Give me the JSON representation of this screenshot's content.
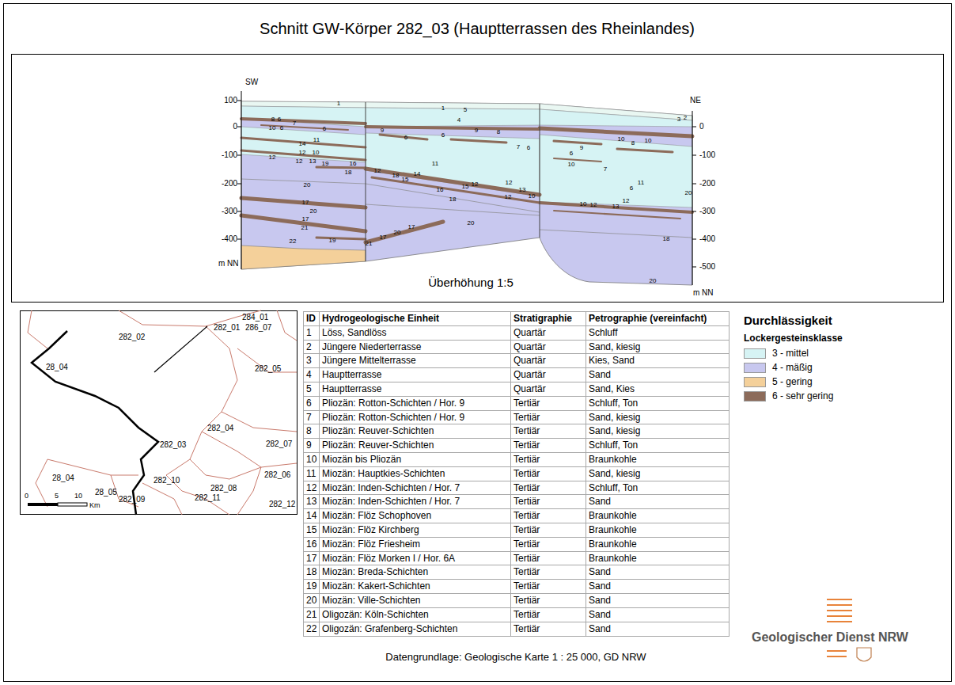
{
  "diagram": {
    "title": "Schnitt GW-Körper 282_03 (Hauptterrassen des Rheinlandes)",
    "caption": "Datengrundlage: Geologische Karte 1 : 25 000, GD NRW",
    "labels": [
      "SW",
      "100",
      "0",
      "-100",
      "-200",
      "-300",
      "-400",
      "m NN",
      "NE",
      "0",
      "-100",
      "-200",
      "-300",
      "-400",
      "-500",
      "m NN",
      "Überhöhung 1:5",
      "1",
      "1",
      "5",
      "4",
      "3",
      "2",
      "8",
      "6",
      "7",
      "10",
      "6",
      "6",
      "9",
      "6",
      "6",
      "9",
      "8",
      "7",
      "6",
      "10",
      "8",
      "9",
      "10",
      "6",
      "10",
      "7",
      "6",
      "20",
      "14",
      "11",
      "12",
      "10",
      "12",
      "12",
      "13",
      "19",
      "16",
      "18",
      "11",
      "12",
      "18",
      "15",
      "14",
      "16",
      "15",
      "12",
      "12",
      "13",
      "18",
      "12",
      "10",
      "11",
      "10",
      "12",
      "13",
      "12",
      "18",
      "20",
      "17",
      "20",
      "17",
      "21",
      "22",
      "19",
      "21",
      "17",
      "20",
      "17",
      "20",
      "20",
      "284_01",
      "282_01",
      "286_07",
      "282_02",
      "28_04",
      "282_05",
      "282_04",
      "282_03",
      "282_07",
      "282_06",
      "28_04",
      "282_10",
      "282_08",
      "282_11",
      "282_12",
      "28_05",
      "282_09",
      "0",
      "5",
      "10",
      "Km",
      "ID",
      "Hydrogeologische Einheit",
      "Stratigraphie",
      "Petrographie (vereinfacht)",
      "1",
      "Löss, Sandlöss",
      "Quartär",
      "Schluff",
      "2",
      "Jüngere Niederterrasse",
      "Quartär",
      "Sand, kiesig",
      "3",
      "Jüngere Mittelterrasse",
      "Quartär",
      "Kies, Sand",
      "4",
      "Hauptterrasse",
      "Quartär",
      "Sand",
      "5",
      "Hauptterrasse",
      "Quartär",
      "Sand, Kies",
      "6",
      "Pliozän: Rotton-Schichten / Hor. 9",
      "Tertiär",
      "Schluff, Ton",
      "7",
      "Pliozän: Rotton-Schichten / Hor. 9",
      "Tertiär",
      "Sand, kiesig",
      "8",
      "Pliozän: Reuver-Schichten",
      "Tertiär",
      "Sand, kiesig",
      "9",
      "Pliozän: Reuver-Schichten",
      "Tertiär",
      "Schluff, Ton",
      "10",
      "Miozän bis Pliozän",
      "Tertiär",
      "Braunkohle",
      "11",
      "Miozän: Hauptkies-Schichten",
      "Tertiär",
      "Sand, kiesig",
      "12",
      "Miozän: Inden-Schichten / Hor. 7",
      "Tertiär",
      "Schluff, Ton",
      "13",
      "Miozän: Inden-Schichten / Hor. 7",
      "Tertiär",
      "Sand",
      "14",
      "Miozän: Flöz Schophoven",
      "Tertiär",
      "Braunkohle",
      "15",
      "Miozän: Flöz Kirchberg",
      "Tertiär",
      "Braunkohle",
      "16",
      "Miozän: Flöz Friesheim",
      "Tertiär",
      "Braunkohle",
      "17",
      "Miozän: Flöz Morken I / Hor. 6A",
      "Tertiär",
      "Braunkohle",
      "18",
      "Miozän: Breda-Schichten",
      "Tertiär",
      "Sand",
      "19",
      "Miozän: Kakert-Schichten",
      "Tertiär",
      "Sand",
      "20",
      "Miozän: Ville-Schichten",
      "Tertiär",
      "Sand",
      "21",
      "Oligozän: Köln-Schichten",
      "Tertiär",
      "Sand",
      "22",
      "Oligozän: Grafenberg-Schichten",
      "Tertiär",
      "Sand",
      "Durchlässigkeit",
      "Lockergesteinsklasse",
      "Geologischer Dienst NRW"
    ],
    "legend": [
      {
        "text": "3 - mittel",
        "color": "#d6f3f4"
      },
      {
        "text": "4 - mäßig",
        "color": "#c8c8ef"
      },
      {
        "text": "5 - gering",
        "color": "#f4d09a"
      },
      {
        "text": "6 - sehr gering",
        "color": "#8c6b5a"
      }
    ]
  }
}
